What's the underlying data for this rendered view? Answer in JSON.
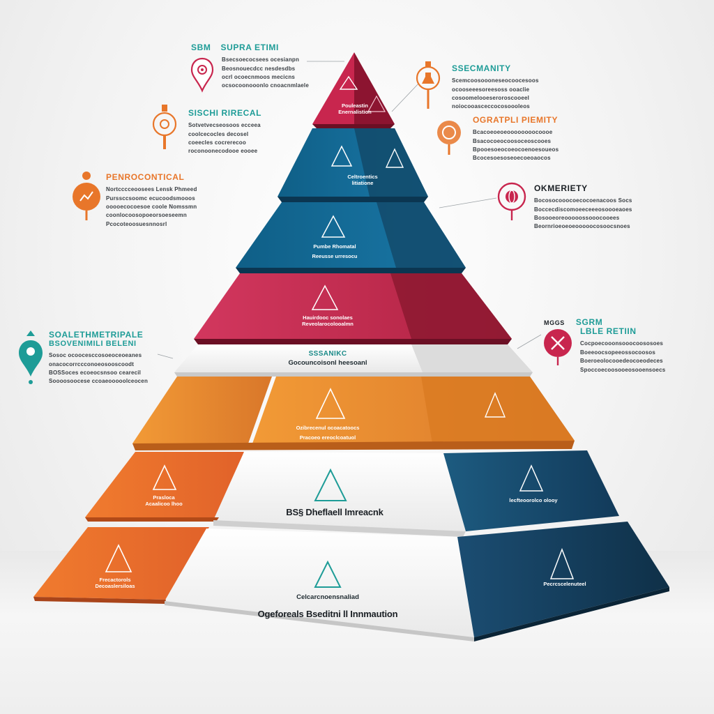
{
  "colors": {
    "teal": "#1e9c97",
    "orange": "#e8762a",
    "crimson": "#c22e52",
    "navy": "#174a6f",
    "blue": "#1f6f9c",
    "white_band": "#f4f4f4"
  },
  "pyramid": {
    "apex_label": "Pouleastin\nEnernalistion",
    "level2_label": "Celtroentics\nlitiatione",
    "level3_label_1": "Pumbe Rhomatal",
    "level3_label_2": "Reeusse urresocu",
    "level4_label": "Hauirdooc sonolaes\nReveolarocolooalmn",
    "level5_title": "SSSANIKC",
    "level5_label": "Gocouncoisonl heesoanl",
    "level6_label_1": "Ozibrecenul ocoacatoocs",
    "level6_label_2": "Pracoeo ereoclcoatuol",
    "level6_right_label": "",
    "level7_left_label": "Prasloca\nAcaalicoo lhoo",
    "level7_mid_label": "BS§ Dheflaell lmreacnk",
    "level7_right_label": "lecfteoorolco olooy",
    "level8_left_label": "Frecactorols\nDecoaslersiloas",
    "level8_mid_sub": "Celcarcnoensnaliad",
    "level8_mid_label": "Ogeforeals Bseditni ll Innmaution",
    "level8_right_label": "Pecrcscelenuteel"
  },
  "callouts": [
    {
      "id": "sbm",
      "title_a": "SBM",
      "title_b": "SUPRA ETIMI",
      "body": "Bsecsoecocsees ocesianpn\nBeosnouecdcc nesdesdbs\nocrl ocoecnmoos mecicns\nocsocoonooonlo cnoacnmlaele",
      "icon": "target-pin-icon"
    },
    {
      "id": "sischrirecal",
      "title": "SISCHI RIRECAL",
      "body": "Sotvetvecseosoos ecceea\ncoolcecocles decosel\ncoeecles cocrerecoo\nroconoonecodooe eooee",
      "icon": "gear-pin-icon"
    },
    {
      "id": "penrocontical",
      "title": "PENROCONTICAL",
      "body": "Nortcccceoosees Lensk Phmeed\nPurssccsoomc ecucoodsmooos\nooooecocoesoe coole Nomssmn\ncoonlocoosopoeorsoeseemn\nPcocoteoosuesnnosrl",
      "icon": "chart-pin-icon"
    },
    {
      "id": "soalethmeri",
      "title": "SOALETHMETRIPALE",
      "title2": "BSOVENIMILI BELENI",
      "body": "Sosoc ocoocesccosoeoceoeanes\nonacocorrccconoeosooscoodt\nBOSSoces ecoeocsnsoo cearecil\nSoooosoocese ccoaeooooolceocen",
      "icon": "location-pin-icon"
    },
    {
      "id": "ssecmanity",
      "title": "SSECMANITY",
      "body": "Scemcoosoooneseocoocesoos\nocooseeesoreesoss ooaclie\ncosoomelooeseroroscooeel\nnoiocooasceccocosoooleos",
      "icon": "flask-pin-icon"
    },
    {
      "id": "ogratpli",
      "title": "OGRATPLI PIEMITY",
      "body": "Bcacoeoeoeoooooooocoooe\nBsacocoeocoosoceoscooes\nBpooesoeocoeocoenoesoueos\nBcocesoesoseoecoeoaocos",
      "icon": "shield-pin-icon"
    },
    {
      "id": "okmeriety",
      "title": "OKMERIETY",
      "body": "Bocosocooocoecocoenacoos Socs\nBoccecdiscomoeeceeeosoooeaoes\nBosooeoreooooossooocooees\nBeornrioeoeoeooooocosoocsnoes",
      "icon": "globe-pin-icon"
    },
    {
      "id": "sgrm",
      "title_a": "MGGS",
      "title_b": "SGRM",
      "title2": "LBLE RETIIN",
      "body": "Cocpoecooonsooocoososoes\nBoeeoocsopeeossocoosos\nBoeroeolocooedeocoeodeces\nSpoccoecoosooeosooensoecs",
      "icon": "tools-pin-icon"
    }
  ]
}
